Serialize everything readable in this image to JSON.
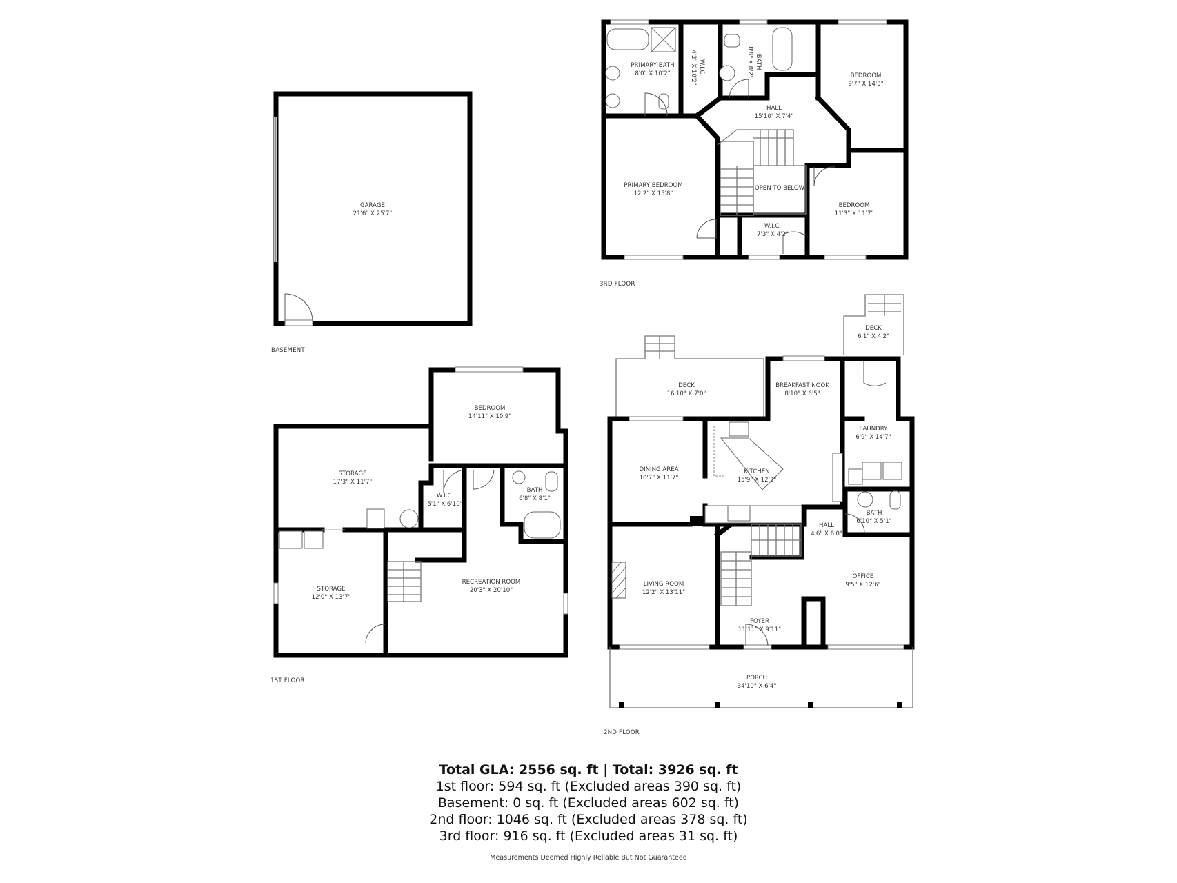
{
  "floors": {
    "basement": {
      "label": "BASEMENT",
      "rooms": [
        {
          "name": "GARAGE",
          "dims": "21'6\" X 25'7\""
        }
      ]
    },
    "first": {
      "label": "1ST FLOOR",
      "rooms": [
        {
          "name": "BEDROOM",
          "dims": "14'11\" X 10'9\""
        },
        {
          "name": "STORAGE",
          "dims": "17'3\" X 11'7\""
        },
        {
          "name": "W.I.C.",
          "dims": "5'1\" X 6'10\""
        },
        {
          "name": "BATH",
          "dims": "6'8\" X 8'1\""
        },
        {
          "name": "STORAGE",
          "dims": "12'0\" X 13'7\""
        },
        {
          "name": "RECREATION ROOM",
          "dims": "20'3\" X 20'10\""
        }
      ]
    },
    "second": {
      "label": "2ND FLOOR",
      "rooms": [
        {
          "name": "DECK",
          "dims": "16'10\" X 7'0\""
        },
        {
          "name": "BREAKFAST NOOK",
          "dims": "8'10\" X 6'5\""
        },
        {
          "name": "DECK",
          "dims": "6'1\" X 4'2\""
        },
        {
          "name": "LAUNDRY",
          "dims": "6'9\" X 14'7\""
        },
        {
          "name": "DINING AREA",
          "dims": "10'7\" X 11'7\""
        },
        {
          "name": "KITCHEN",
          "dims": "15'9\" X 12'3\""
        },
        {
          "name": "BATH",
          "dims": "6'10\" X 5'1\""
        },
        {
          "name": "HALL",
          "dims": "4'6\" X 6'0\""
        },
        {
          "name": "LIVING ROOM",
          "dims": "12'2\" X 13'11\""
        },
        {
          "name": "OFFICE",
          "dims": "9'5\" X 12'6\""
        },
        {
          "name": "FOYER",
          "dims": "11'11\" X 9'11\""
        },
        {
          "name": "PORCH",
          "dims": "34'10\" X 6'4\""
        }
      ]
    },
    "third": {
      "label": "3RD FLOOR",
      "rooms": [
        {
          "name": "PRIMARY BATH",
          "dims": "8'0\" X 10'2\""
        },
        {
          "name": "W.I.C.",
          "dims": "4'2\" X 10'2\""
        },
        {
          "name": "BATH",
          "dims": "8'8\" X 8'2\""
        },
        {
          "name": "BEDROOM",
          "dims": "9'7\" X 14'3\""
        },
        {
          "name": "HALL",
          "dims": "15'10\" X 7'4\""
        },
        {
          "name": "PRIMARY BEDROOM",
          "dims": "12'2\" X 15'8\""
        },
        {
          "name": "OPEN TO BELOW",
          "dims": ""
        },
        {
          "name": "BEDROOM",
          "dims": "11'3\" X 11'7\""
        },
        {
          "name": "W.I.C.",
          "dims": "7'3\" X 4'2\""
        }
      ]
    }
  },
  "summary": {
    "total": "Total GLA: 2556 sq. ft | Total: 3926 sq. ft",
    "lines": [
      "1st floor: 594 sq. ft (Excluded areas 390 sq. ft)",
      "Basement: 0 sq. ft (Excluded areas 602 sq. ft)",
      "2nd floor: 1046 sq. ft (Excluded areas 378 sq. ft)",
      "3rd floor: 916 sq. ft (Excluded areas 31 sq. ft)"
    ],
    "disclaimer": "Measurements Deemed Highly Reliable But Not Guaranteed"
  }
}
